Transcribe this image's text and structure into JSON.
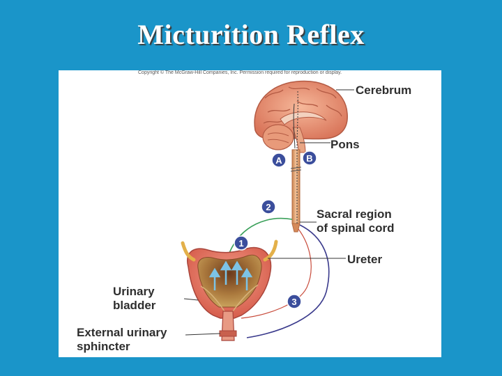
{
  "slide": {
    "title": "Micturition Reflex"
  },
  "figure": {
    "copyright": "Copyright © The McGraw-Hill Companies, Inc. Permission required for reproduction or display.",
    "labels": {
      "cerebrum": "Cerebrum",
      "pons": "Pons",
      "sacral_line1": "Sacral region",
      "sacral_line2": "of spinal cord",
      "ureter": "Ureter",
      "bladder_line1": "Urinary",
      "bladder_line2": "bladder",
      "sphincter_line1": "External urinary",
      "sphincter_line2": "sphincter"
    },
    "markers": {
      "a": "A",
      "b": "B",
      "one": "1",
      "two": "2",
      "three": "3"
    },
    "colors": {
      "slide_bg": "#1a95c9",
      "sensory_path": "#3aa05a",
      "motor_path": "#3a3a8c",
      "marker_fill": "#3b4e9c"
    }
  }
}
